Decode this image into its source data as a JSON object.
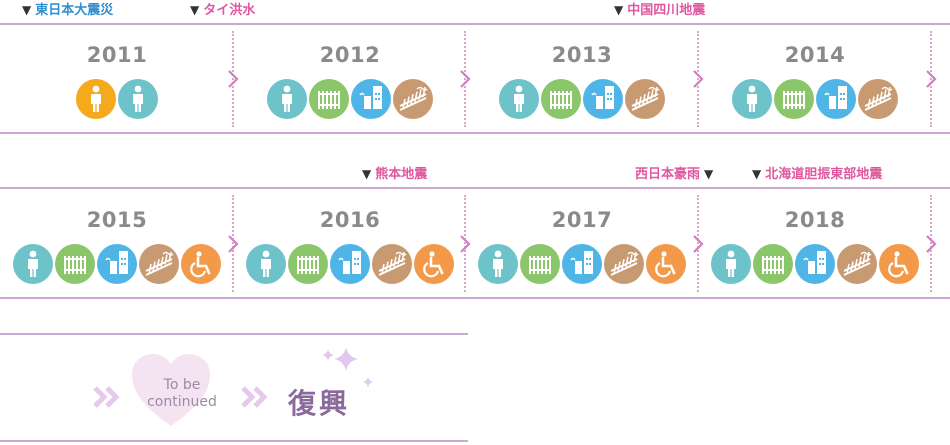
{
  "colors": {
    "person_orange": "#f5a91c",
    "person_teal": "#6dc3c9",
    "green": "#8bc66a",
    "blue": "#4fb5e6",
    "brown": "#c79a72",
    "orange": "#f39a4a",
    "line": "#c9a6d4",
    "pink": "#e0579f",
    "event_blue": "#2f8fd0"
  },
  "events": {
    "row1": [
      {
        "label": "東日本大震災",
        "color": "blue"
      },
      {
        "label": "タイ洪水",
        "color": "pink"
      },
      {
        "label": "中国四川地震",
        "color": "pink"
      }
    ],
    "row2": [
      {
        "label": "熊本地震",
        "color": "pink"
      },
      {
        "label": "西日本豪雨",
        "color": "pink"
      },
      {
        "label": "北海道胆振東部地震",
        "color": "pink"
      }
    ]
  },
  "years": [
    {
      "year": "2011",
      "icons": [
        "person-orange-icon",
        "person-teal-icon"
      ]
    },
    {
      "year": "2012",
      "icons": [
        "person-teal-icon",
        "fence-icon",
        "building-icon",
        "landslide-icon"
      ]
    },
    {
      "year": "2013",
      "icons": [
        "person-teal-icon",
        "fence-icon",
        "building-icon",
        "landslide-icon"
      ]
    },
    {
      "year": "2014",
      "icons": [
        "person-teal-icon",
        "fence-icon",
        "building-icon",
        "landslide-icon"
      ]
    },
    {
      "year": "2015",
      "icons": [
        "person-teal-icon",
        "fence-icon",
        "building-icon",
        "landslide-icon",
        "wheelchair-icon"
      ]
    },
    {
      "year": "2016",
      "icons": [
        "person-teal-icon",
        "fence-icon",
        "building-icon",
        "landslide-icon",
        "wheelchair-icon"
      ]
    },
    {
      "year": "2017",
      "icons": [
        "person-teal-icon",
        "fence-icon",
        "building-icon",
        "landslide-icon",
        "wheelchair-icon"
      ]
    },
    {
      "year": "2018",
      "icons": [
        "person-teal-icon",
        "fence-icon",
        "building-icon",
        "landslide-icon",
        "wheelchair-icon"
      ]
    }
  ],
  "footer": {
    "continued_line1": "To be",
    "continued_line2": "continued",
    "fukko": "復興"
  }
}
